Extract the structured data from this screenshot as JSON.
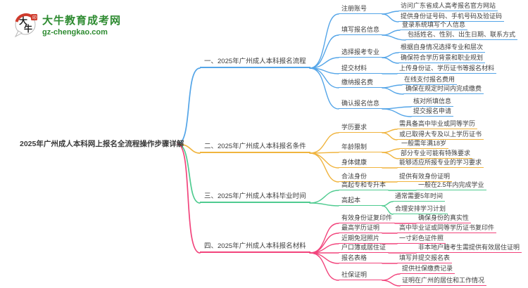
{
  "logo": {
    "seal_char1": "大",
    "seal_char2": "牛",
    "site_name": "大牛教育成考网",
    "site_url": "gz-chengkao.com",
    "green": "#2e8b31",
    "red": "#cf3b2c"
  },
  "title": "2025年广州成人本科网上报名全流程操作步骤详解",
  "branches": [
    {
      "label": "一、2025年广州成人本科报名流程",
      "color": "#54a5e8",
      "children": [
        {
          "label": "注册账号",
          "leaves": [
            "访问广东省成人高考报名官方网站",
            "提供身份证号码、手机号码及验证码"
          ]
        },
        {
          "label": "填写报名信息",
          "leaves": [
            "登录系统填写个人信息",
            "包括姓名、性别、出生日期、联系方式"
          ]
        },
        {
          "label": "选择报考专业",
          "leaves": [
            "根据自身情况选择专业和层次",
            "确保符合学历背景和职业规划"
          ]
        },
        {
          "label": "提交材料",
          "leaves": [
            "上传身份证、学历证书等报名材料"
          ]
        },
        {
          "label": "缴纳报名费",
          "leaves": [
            "在线支付报名费用",
            "确保在规定时间内完成缴费"
          ]
        },
        {
          "label": "确认报名信息",
          "leaves": [
            "核对所填信息",
            "提交报名申请"
          ]
        }
      ]
    },
    {
      "label": "二、2025年广州成人本科报名条件",
      "color": "#f0b43e",
      "children": [
        {
          "label": "学历要求",
          "leaves": [
            "需具备高中毕业或同等学历",
            "或已取得大专及以上学历证书"
          ]
        },
        {
          "label": "年龄限制",
          "leaves": [
            "一般需年满18岁",
            "部分专业可能有特殊要求"
          ]
        },
        {
          "label": "身体健康",
          "leaves": [
            "能够适应所报专业的学习要求"
          ]
        },
        {
          "label": "合法身份",
          "leaves": [
            "提供有效身份证明"
          ]
        }
      ]
    },
    {
      "label": "三、2025年广州成人本科毕业时间",
      "color": "#4fcb90",
      "children": [
        {
          "label": "高起专和专升本",
          "leaves": [
            "一般在2.5年内完成学业"
          ]
        },
        {
          "label": "高起本",
          "leaves": [
            "通常需要5年时间",
            "合理安排学习计划"
          ]
        }
      ]
    },
    {
      "label": "四、2025年广州成人本科报名材料",
      "color": "#f2447c",
      "children": [
        {
          "label": "有效身份证复印件",
          "leaves": [
            "确保身份的真实性"
          ]
        },
        {
          "label": "最高学历证明",
          "leaves": [
            "高中毕业证或同等学历证书复印件"
          ]
        },
        {
          "label": "近期免冠照片",
          "leaves": [
            "一寸彩色证件照"
          ]
        },
        {
          "label": "户口簿或居住证",
          "leaves": [
            "非本地户籍考生需提供有效居住证明"
          ]
        },
        {
          "label": "报名表格",
          "leaves": [
            "填写并提交报名表"
          ]
        },
        {
          "label": "社保证明",
          "leaves": [
            "提供社保缴费记录",
            "证明在广州的居住和工作情况"
          ]
        }
      ]
    }
  ]
}
